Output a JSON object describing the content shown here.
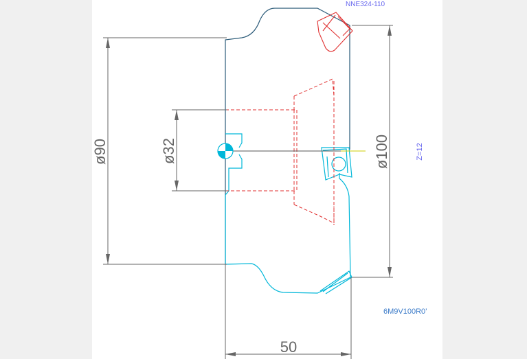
{
  "drawing": {
    "insert_code": "NNE324-110",
    "tool_code": "6M9V100R0’",
    "teeth_count": "Z=12",
    "colors": {
      "outline": "#00b7d9",
      "hidden": "#e03030",
      "dimension": "#666666",
      "annotation": "#6666ee",
      "tool_code_color": "#3a7ac8",
      "axis": "#cccc00"
    }
  },
  "dimensions": {
    "d90": "ø90",
    "d32": "ø32",
    "d100": "ø100",
    "length": "50"
  }
}
